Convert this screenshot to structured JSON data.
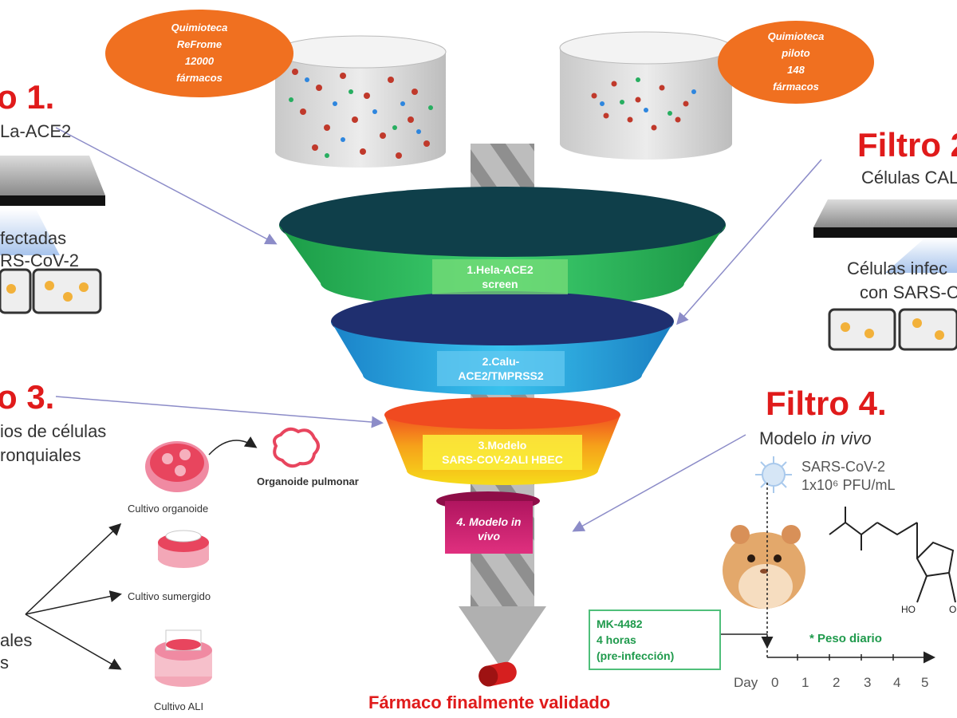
{
  "libraries": {
    "left": {
      "line1": "Quimioteca",
      "line2": "ReFrome",
      "line3": "12000",
      "line4": "fármacos"
    },
    "right": {
      "line1": "Quimioteca",
      "line2": "piloto",
      "line3": "148",
      "line4": "fármacos"
    }
  },
  "funnel": {
    "stage1": {
      "line1": "1.Hela-ACE2",
      "line2": "screen"
    },
    "stage2": {
      "line1": "2.Calu-",
      "line2": "ACE2/TMPRSS2"
    },
    "stage3": {
      "line1": "3.Modelo",
      "line2": "SARS-COV-2ALI HBEC"
    },
    "stage4": {
      "line1": "4. Modelo in",
      "line2": "vivo"
    }
  },
  "final_label": "Fármaco finalmente validado",
  "filtro1": {
    "title": "o 1.",
    "subtitle": "La-ACE2",
    "infected1": "fectadas",
    "infected2": "RS-CoV-2"
  },
  "filtro2": {
    "title": "Filtro 2",
    "subtitle": "Células CAL",
    "infected1": "Células infec",
    "infected2": "con SARS-C"
  },
  "filtro3": {
    "title": "o 3.",
    "sub1": "ios de células",
    "sub2": "ronquiales",
    "organoid": "Organoide pulmonar",
    "cult1": "Cultivo organoide",
    "cult2": "Cultivo sumergido",
    "cult3": "Cultivo ALI",
    "left1": "ales",
    "left2": "s"
  },
  "filtro4": {
    "title": "Filtro 4.",
    "model_prefix": "Modelo ",
    "model_italic": "in vivo",
    "virus1": "SARS-CoV-2",
    "virus2": "1x10⁶ PFU/mL",
    "drug1": "MK-4482",
    "drug2": "4 horas",
    "drug3": "(pre-infección)",
    "weight": "* Peso diario",
    "day_label": "Day",
    "days": [
      "0",
      "1",
      "2",
      "3",
      "4",
      "5"
    ]
  },
  "colors": {
    "filter_title": "#e01b1b",
    "oval": "#f07020",
    "band1": "#2ec05a",
    "band2": "#22a3e0",
    "band3": "#f6c61a",
    "band4": "#d81f78",
    "funnel_dark": "#0f3f4a",
    "arrow": "#b9b9b9"
  }
}
